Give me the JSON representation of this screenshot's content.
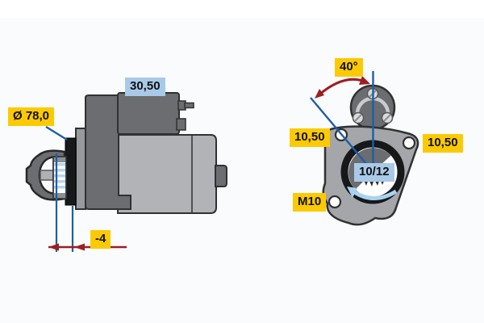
{
  "diagram": {
    "type": "technical-drawing",
    "subject": "starter-motor two-view dimensional drawing",
    "views": {
      "side": {
        "title": "side view of starter motor"
      },
      "front": {
        "title": "front view of mounting flange"
      }
    },
    "labels": {
      "solenoid_length": "30,50",
      "flange_diameter": "Ø 78,0",
      "pinion_offset": "-4",
      "mounting_angle": "40°",
      "bolt_hole_left": "10,50",
      "bolt_hole_right": "10,50",
      "pinion_teeth": "10/12",
      "thread_size": "M10"
    },
    "colors": {
      "highlight_yellow": "#fcca02",
      "highlight_blue": "#a9c9e8",
      "reference_line_blue": "#1e5ea8",
      "dimension_red": "#9c1f24",
      "rotation_arrow_blue": "#a9d2ef",
      "part_light_gray": "#b1b3b6",
      "part_mid_gray": "#97999c",
      "part_dark_gray": "#6b6d70",
      "part_black": "#17181a",
      "pinion_stripe_blue": "#b5d7ee"
    }
  }
}
